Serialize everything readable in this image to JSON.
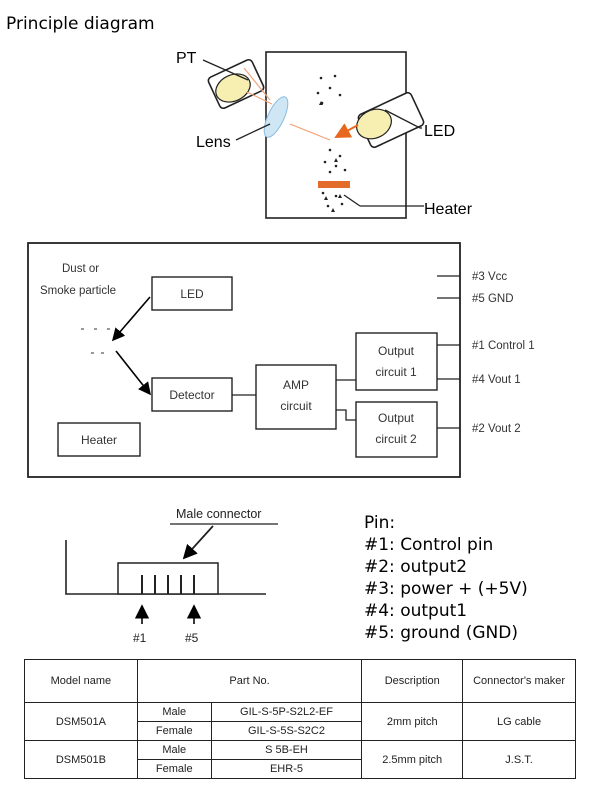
{
  "title": "Principle diagram",
  "sensor": {
    "pt": "PT",
    "lens": "Lens",
    "led": "LED",
    "heater": "Heater"
  },
  "block": {
    "dust_line1": "Dust or",
    "dust_line2": "Smoke particle",
    "led": "LED",
    "detector": "Detector",
    "amp_line1": "AMP",
    "amp_line2": "circuit",
    "out1_line1": "Output",
    "out1_line2": "circuit 1",
    "out2_line1": "Output",
    "out2_line2": "circuit 2",
    "heater": "Heater",
    "pins": [
      "#3 Vcc",
      "#5 GND",
      "#1 Control 1",
      "#4 Vout 1",
      "#2 Vout 2"
    ]
  },
  "connector": {
    "label": "Male connector",
    "pin_first": "#1",
    "pin_last": "#5"
  },
  "pin_info": {
    "heading": "Pin:",
    "items": [
      "#1: Control pin",
      "#2: output2",
      "#3: power + (+5V)",
      "#4: output1",
      "#5: ground (GND)"
    ]
  },
  "table": {
    "headers": [
      "Model name",
      "Part No.",
      "Description",
      "Connector's maker"
    ],
    "rows": [
      {
        "model": "DSM501A",
        "gender": "Male",
        "part": "GIL-S-5P-S2L2-EF",
        "desc": "2mm pitch",
        "maker": "LG cable"
      },
      {
        "model": "",
        "gender": "Female",
        "part": "GIL-S-5S-S2C2",
        "desc": "",
        "maker": ""
      },
      {
        "model": "DSM501B",
        "gender": "Male",
        "part": "S 5B-EH",
        "desc": "2.5mm pitch",
        "maker": "J.S.T."
      },
      {
        "model": "",
        "gender": "Female",
        "part": "EHR-5",
        "desc": "",
        "maker": ""
      }
    ]
  },
  "colors": {
    "led_fill": "#f7eeb2",
    "lens_fill": "#cfe6f5",
    "heater_fill": "#e36b2c",
    "ray": "#f0a37a",
    "ray_strong": "#e8671f"
  }
}
